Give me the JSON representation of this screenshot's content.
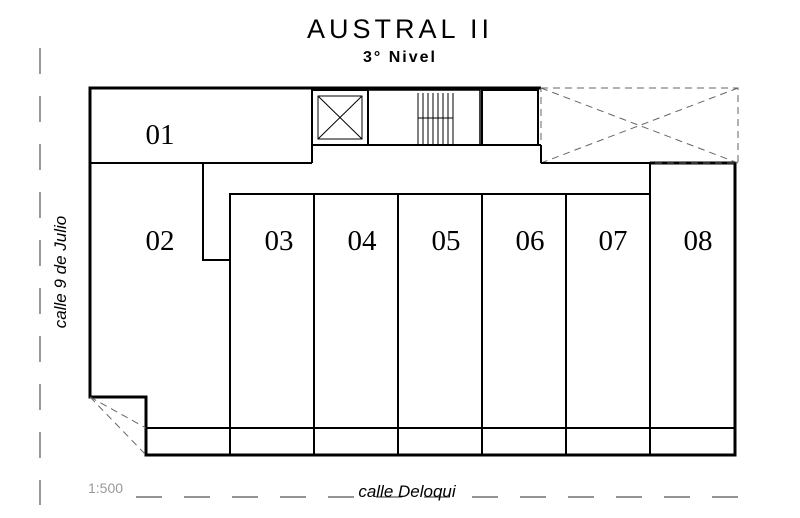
{
  "header": {
    "title": "AUSTRAL II",
    "subtitle": "3° Nivel"
  },
  "plan": {
    "units": [
      {
        "id": "01",
        "label": "01"
      },
      {
        "id": "02",
        "label": "02"
      },
      {
        "id": "03",
        "label": "03"
      },
      {
        "id": "04",
        "label": "04"
      },
      {
        "id": "05",
        "label": "05"
      },
      {
        "id": "06",
        "label": "06"
      },
      {
        "id": "07",
        "label": "07"
      },
      {
        "id": "08",
        "label": "08"
      }
    ],
    "streets": {
      "left": "calle 9 de Julio",
      "bottom": "calle Deloqui"
    },
    "scale": "1:500"
  }
}
